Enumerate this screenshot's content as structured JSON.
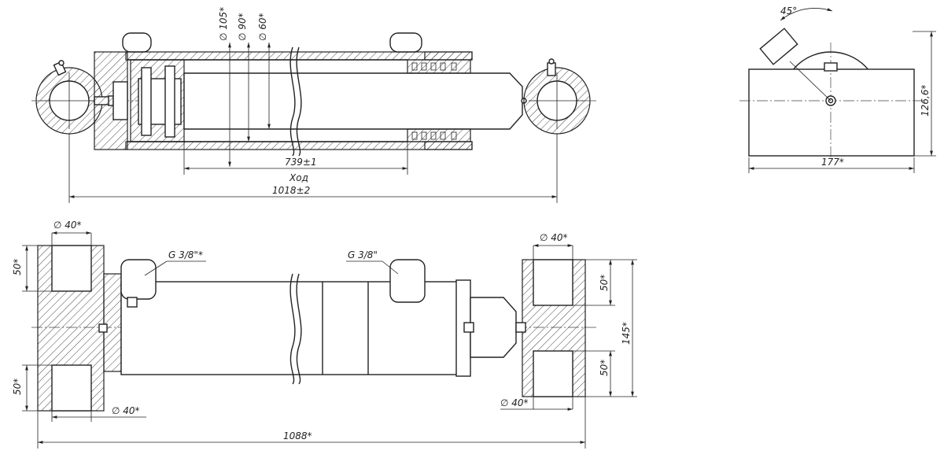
{
  "dimensions": {
    "d105": "∅ 105*",
    "d90": "∅ 90*",
    "d60": "∅ 60*",
    "stroke_len": "739±1",
    "stroke_word": "Ход",
    "closed_len": "1018±2",
    "angle": "45°",
    "height": "126,6*",
    "width": "177*",
    "pin_top_left": "∅ 40*",
    "pin_bottom_left": "∅ 40*",
    "pin_top_right": "∅ 40*",
    "pin_bottom_right": "∅ 40*",
    "width_50_a": "50*",
    "width_50_b": "50*",
    "width_50_c": "50*",
    "width_50_d": "50*",
    "width_145": "145*",
    "total_len": "1088*",
    "port_left": "G 3/8\"*",
    "port_right": "G 3/8\""
  }
}
